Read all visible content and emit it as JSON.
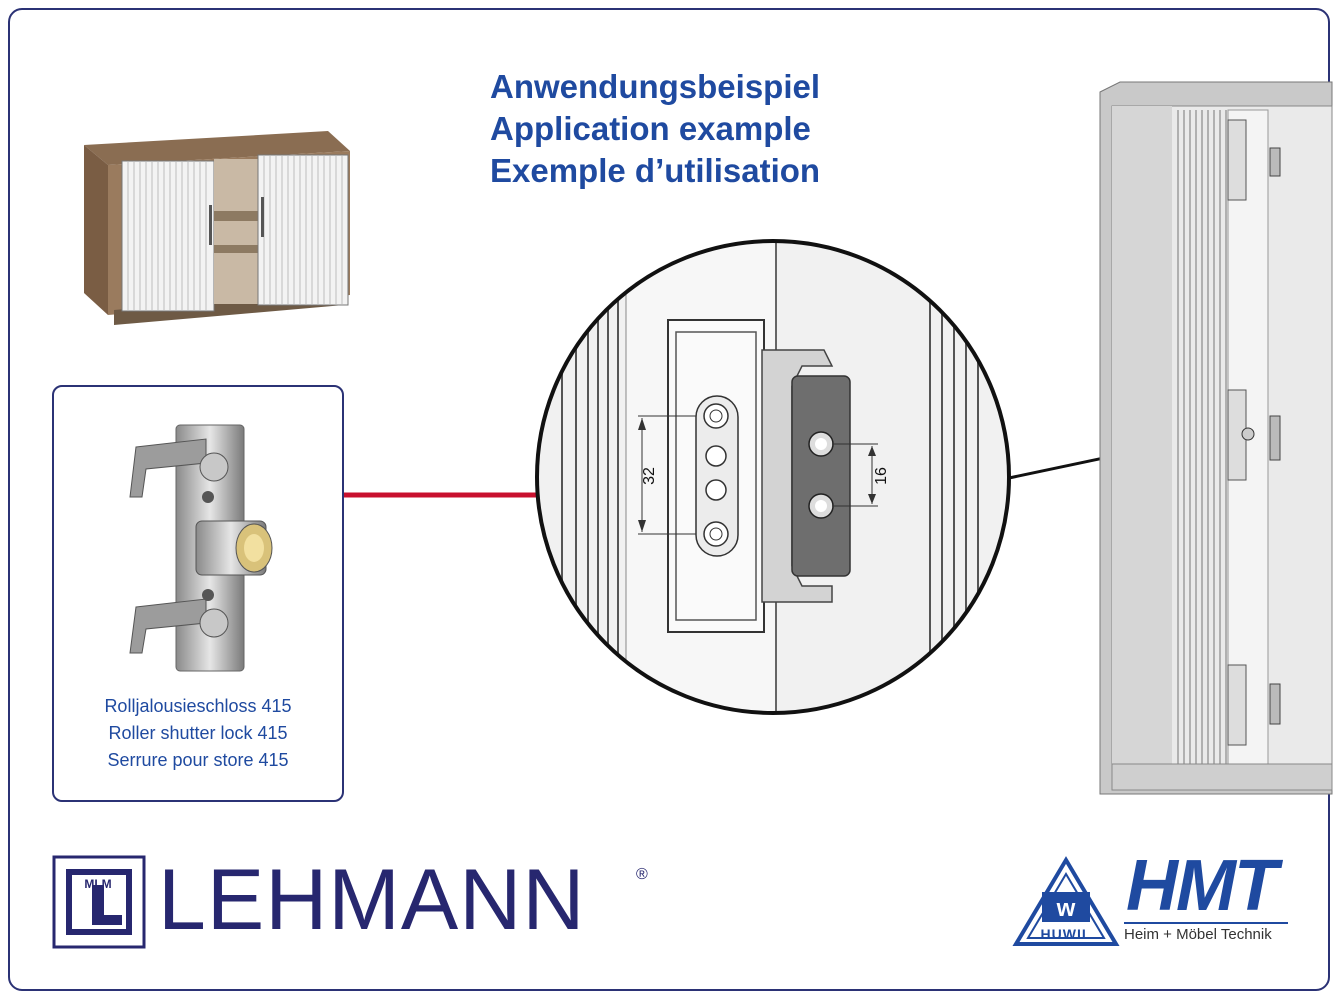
{
  "titles": {
    "de": "Anwendungsbeispiel",
    "en": "Application example",
    "fr": "Exemple d’utilisation"
  },
  "product": {
    "caption_de": "Rolljalousieschloss 415",
    "caption_en": "Roller shutter lock 415",
    "caption_fr": "Serrure pour store 415"
  },
  "dimensions": {
    "left": "32",
    "right": "16"
  },
  "brand_left": {
    "name": "LEHMANN",
    "reg_mark": "®",
    "monogram": "MLM"
  },
  "brand_right": {
    "name": "HMT",
    "tagline": "Heim + Möbel Technik",
    "badge": "HUWIL",
    "badge_letter": "w"
  },
  "colors": {
    "title_blue": "#1f4aa0",
    "frame_navy": "#2b3275",
    "arrow_red": "#c8102e"
  }
}
